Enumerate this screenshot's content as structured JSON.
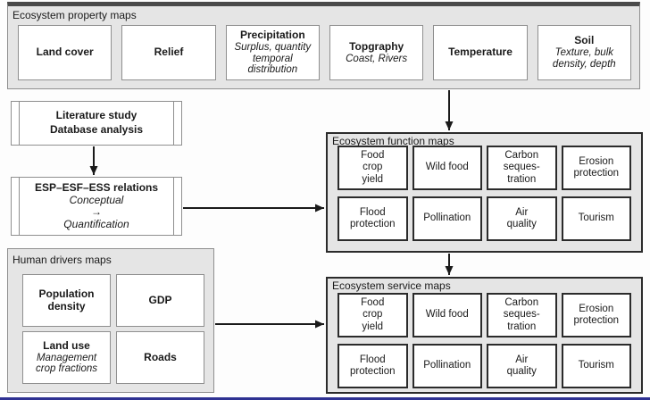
{
  "page": {
    "top_bar_color": "#4a4a4a",
    "bottom_line_color": "#2e3192",
    "container_bg": "#e5e5e5",
    "arrow_color": "#1a1a1a"
  },
  "property_maps": {
    "title": "Ecosystem property maps",
    "boxes": [
      {
        "label": "Land cover",
        "sub": ""
      },
      {
        "label": "Relief",
        "sub": ""
      },
      {
        "label": "Precipitation",
        "sub": "Surplus, quantity\ntemporal\ndistribution"
      },
      {
        "label": "Topgraphy",
        "sub": "Coast, Rivers"
      },
      {
        "label": "Temperature",
        "sub": ""
      },
      {
        "label": "Soil",
        "sub": "Texture, bulk\ndensity, depth"
      }
    ]
  },
  "literature_box": {
    "line1": "Literature study",
    "line2": "Database analysis"
  },
  "esp_box": {
    "title": "ESP–ESF–ESS relations",
    "sub1": "Conceptual",
    "arrow_glyph": "→",
    "sub2": "Quantification"
  },
  "human_drivers": {
    "title": "Human drivers maps",
    "boxes": [
      {
        "label": "Population\ndensity",
        "sub": ""
      },
      {
        "label": "GDP",
        "sub": ""
      },
      {
        "label": "Land use",
        "sub": "Management\ncrop fractions"
      },
      {
        "label": "Roads",
        "sub": ""
      }
    ]
  },
  "function_maps": {
    "title": "Ecosystem function maps",
    "boxes": [
      "Food\ncrop\nyield",
      "Wild food",
      "Carbon\nseques-\ntration",
      "Erosion\nprotection",
      "Flood\nprotection",
      "Pollination",
      "Air\nquality",
      "Tourism"
    ]
  },
  "service_maps": {
    "title": "Ecosystem service maps",
    "boxes": [
      "Food\ncrop\nyield",
      "Wild food",
      "Carbon\nseques-\ntration",
      "Erosion\nprotection",
      "Flood\nprotection",
      "Pollination",
      "Air\nquality",
      "Tourism"
    ]
  }
}
